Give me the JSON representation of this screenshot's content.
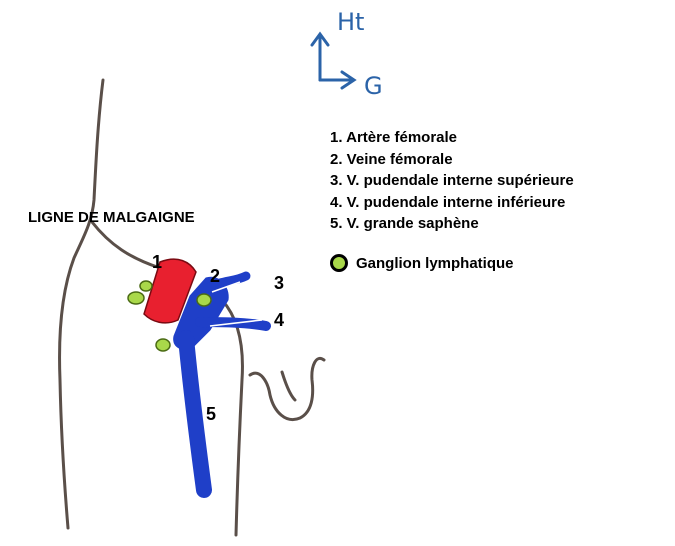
{
  "orientation": {
    "up_label": "Ht",
    "side_label": "G"
  },
  "line_label": "LIGNE DE MALGAIGNE",
  "numbers": [
    "1",
    "2",
    "3",
    "4",
    "5"
  ],
  "legend": [
    {
      "label": "1. Artère fémorale"
    },
    {
      "label": "2. Veine fémorale"
    },
    {
      "label": "3. V. pudendale interne supérieure"
    },
    {
      "label": "4. V. pudendale interne inférieure"
    },
    {
      "label": "5. V. grande saphène"
    }
  ],
  "ganglion_legend": "Ganglion lymphatique",
  "colors": {
    "artery": "#e8202f",
    "vein": "#1f3fc8",
    "ganglion": "#a9d84a",
    "outline": "#5a4f49",
    "arrow": "#2b63a8"
  }
}
